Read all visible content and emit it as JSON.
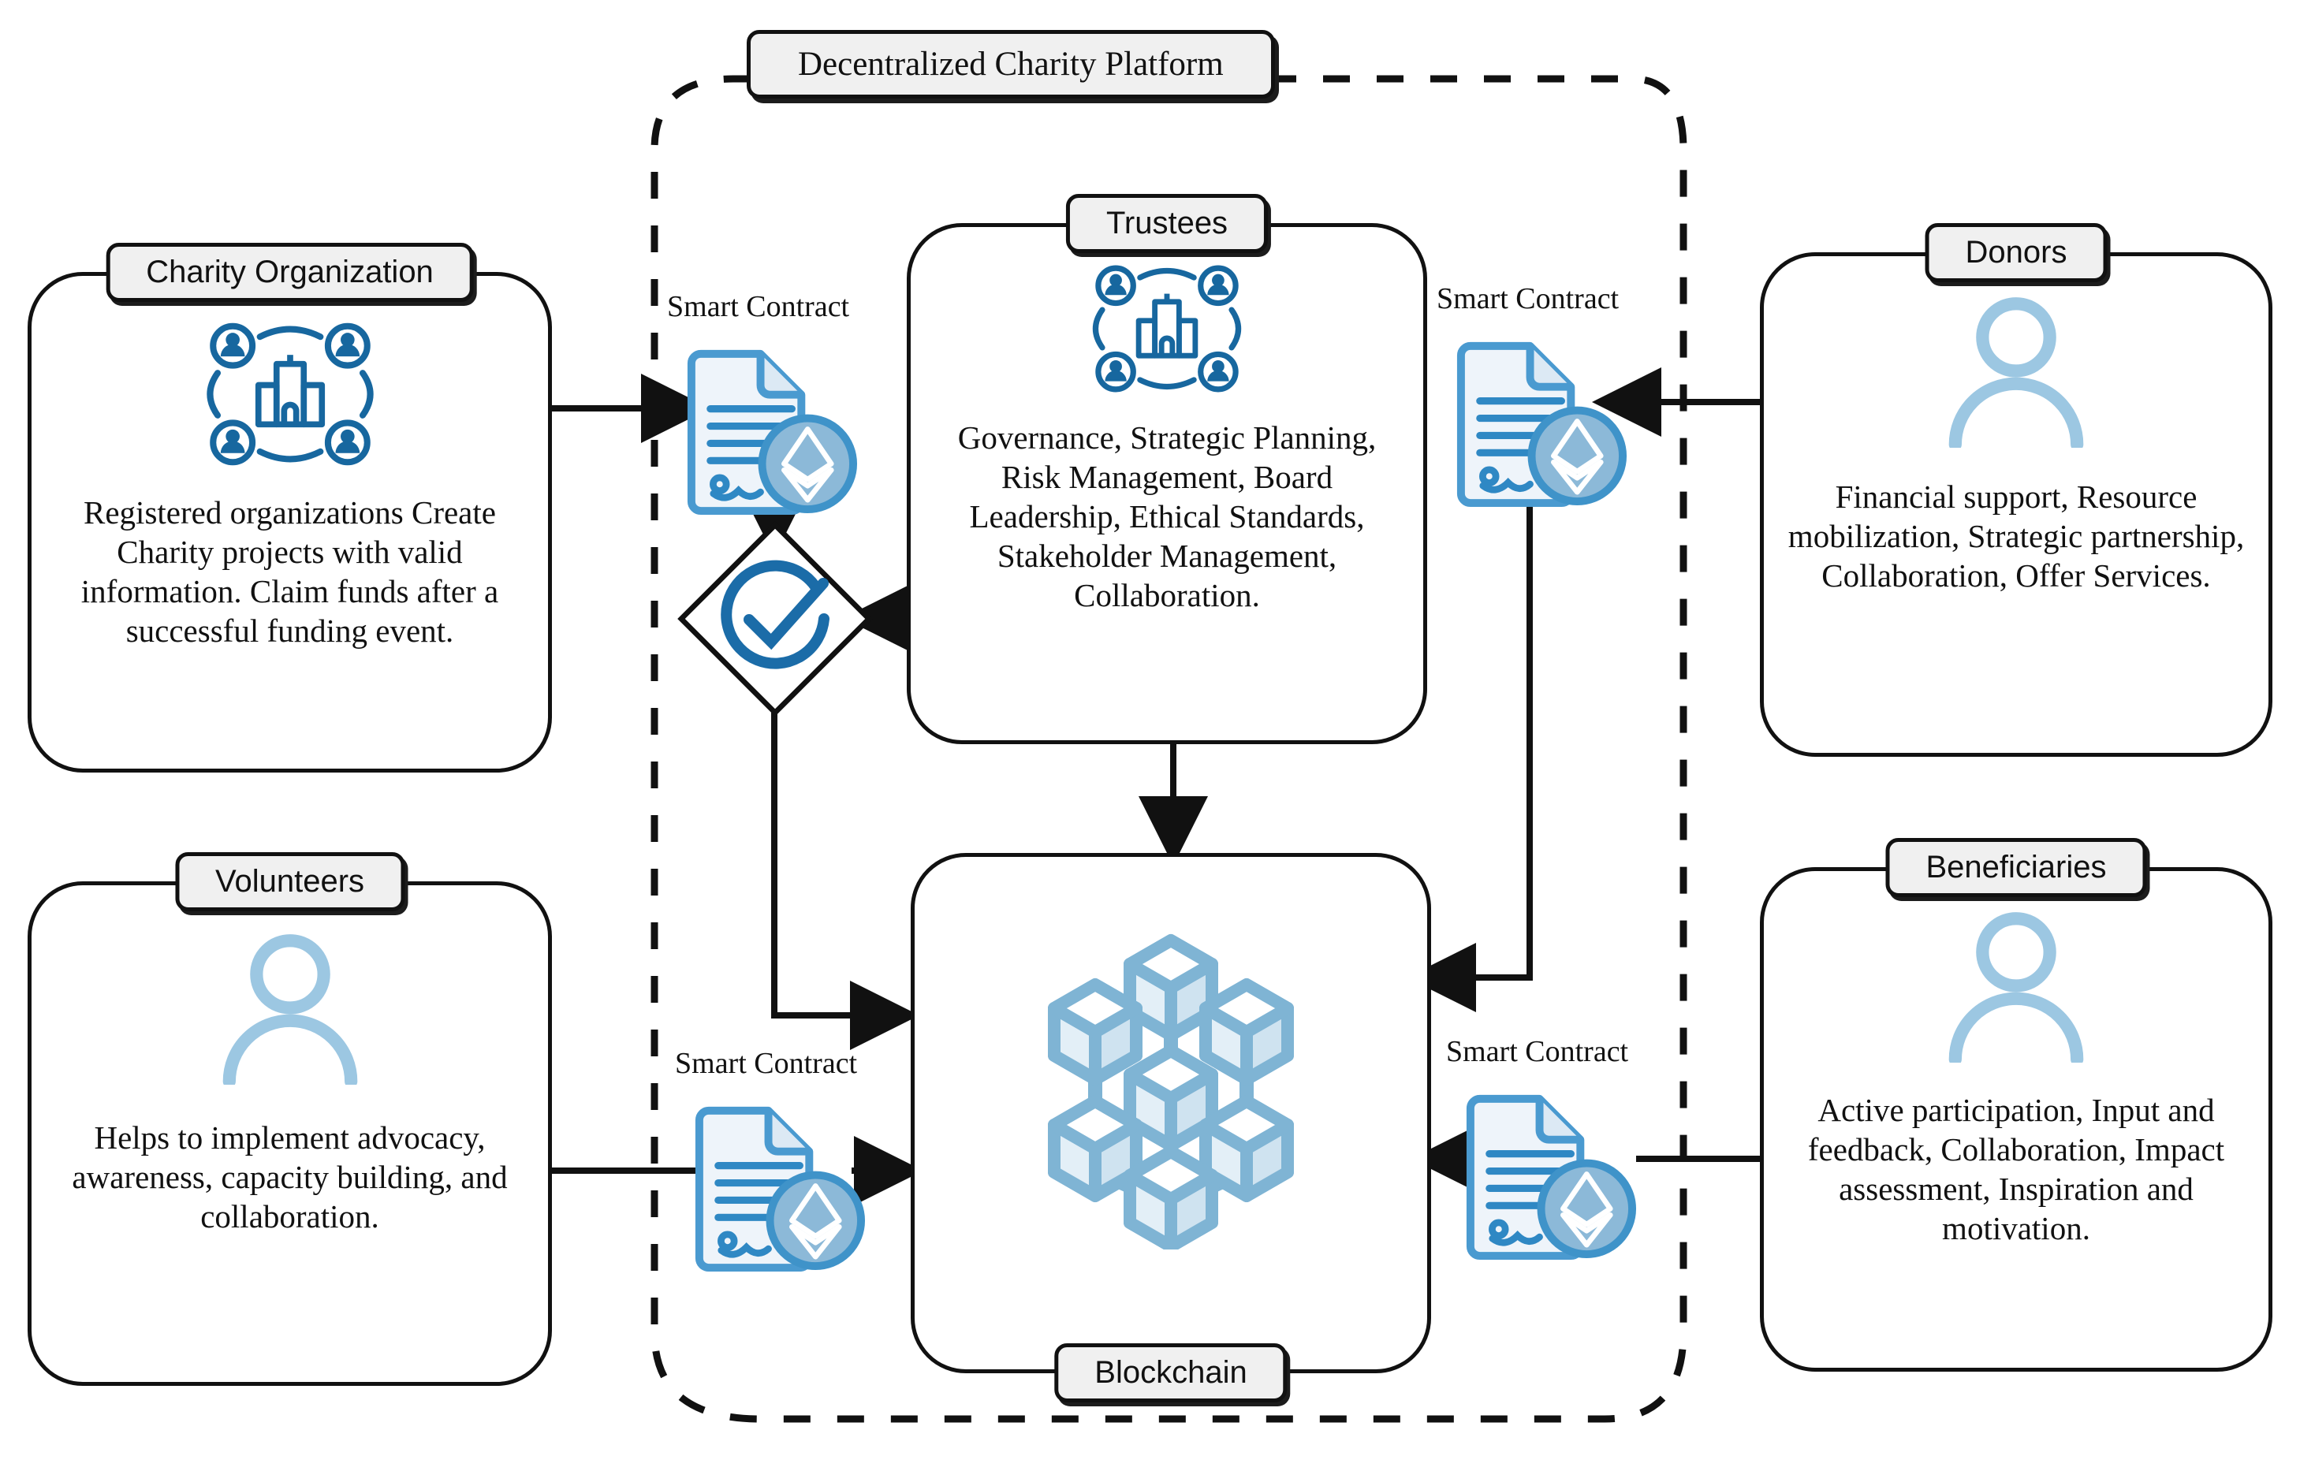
{
  "platform": {
    "title": "Decentralized Charity Platform",
    "boundary_style": "dashed"
  },
  "colors": {
    "accent_blue": "#1b6ca8",
    "icon_blue_dark": "#17679f",
    "icon_blue_light": "#a8cde4",
    "contract_fill": "#eef4fa",
    "contract_stroke": "#4a9ad0",
    "coin_fill": "#8cb9d8",
    "header_fill": "#f0f0f0",
    "line_black": "#111111",
    "blockchain_cube": "#7fb4d4"
  },
  "actors": {
    "charity_organization": {
      "title": "Charity Organization",
      "icon": "organization-network-icon",
      "body": "Registered organizations Create Charity projects with valid information. Claim funds after a successful funding event."
    },
    "volunteers": {
      "title": "Volunteers",
      "icon": "person-icon",
      "body": "Helps to implement advocacy, awareness, capacity building, and collaboration."
    },
    "trustees": {
      "title": "Trustees",
      "icon": "organization-network-icon",
      "body": "Governance, Strategic Planning, Risk Management, Board Leadership, Ethical Standards, Stakeholder Management, Collaboration."
    },
    "donors": {
      "title": "Donors",
      "icon": "person-icon",
      "body": "Financial support, Resource mobilization, Strategic partnership, Collaboration, Offer Services."
    },
    "beneficiaries": {
      "title": "Beneficiaries",
      "icon": "person-icon",
      "body": "Active participation, Input and feedback, Collaboration, Impact assessment, Inspiration and motivation."
    },
    "blockchain": {
      "title": "Blockchain",
      "icon": "blockchain-network-icon"
    }
  },
  "smart_contracts": [
    {
      "id": "sc-top-left",
      "label": "Smart Contract",
      "icon": "smart-contract-document-ethereum-icon"
    },
    {
      "id": "sc-top-right",
      "label": "Smart Contract",
      "icon": "smart-contract-document-ethereum-icon"
    },
    {
      "id": "sc-bottom-left",
      "label": "Smart Contract",
      "icon": "smart-contract-document-ethereum-icon"
    },
    {
      "id": "sc-bottom-right",
      "label": "Smart Contract",
      "icon": "smart-contract-document-ethereum-icon"
    }
  ],
  "decision": {
    "id": "validation-check",
    "icon": "check-circle-icon",
    "shape": "diamond"
  },
  "connections": [
    {
      "from": "charity_organization",
      "to": "sc-top-left",
      "type": "arrow"
    },
    {
      "from": "sc-top-left",
      "to": "validation-check",
      "type": "arrow"
    },
    {
      "from": "trustees",
      "to": "validation-check",
      "type": "arrow"
    },
    {
      "from": "validation-check",
      "to": "blockchain",
      "type": "arrow"
    },
    {
      "from": "trustees",
      "to": "blockchain",
      "type": "arrow"
    },
    {
      "from": "donors",
      "to": "sc-top-right",
      "type": "arrow"
    },
    {
      "from": "sc-top-right",
      "to": "blockchain",
      "type": "arrow"
    },
    {
      "from": "volunteers",
      "to": "sc-bottom-left",
      "type": "line"
    },
    {
      "from": "sc-bottom-left",
      "to": "blockchain",
      "type": "arrow"
    },
    {
      "from": "beneficiaries",
      "to": "sc-bottom-right",
      "type": "arrow"
    },
    {
      "from": "sc-bottom-right",
      "to": "blockchain",
      "type": "arrow"
    }
  ]
}
